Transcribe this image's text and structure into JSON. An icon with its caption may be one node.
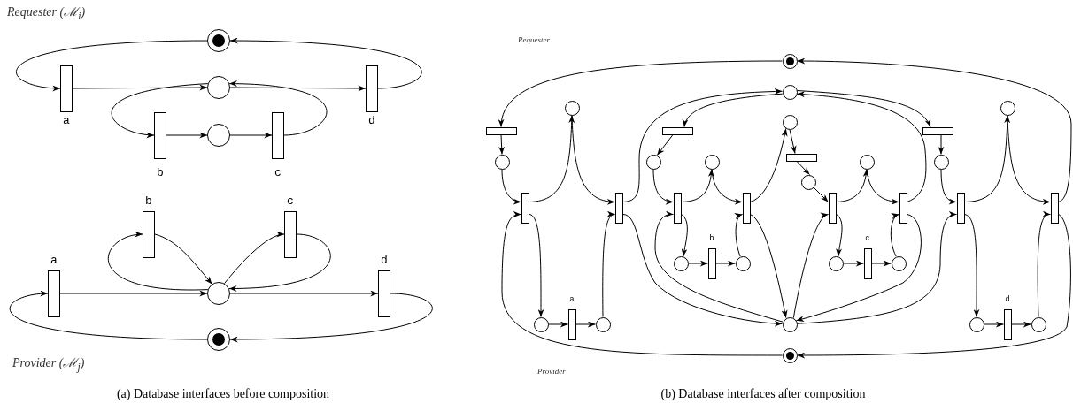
{
  "diagram": {
    "nodes": [
      {
        "text": [],
        "shape": "circle"
      },
      {
        "text": [
          "a"
        ]
      },
      {
        "text": [],
        "shape": "circle"
      },
      {
        "text": [
          "d"
        ]
      },
      {
        "text": [
          "b"
        ]
      },
      {
        "text": [],
        "shape": "circle"
      },
      {
        "text": [
          "c"
        ]
      },
      {
        "text": [
          "b"
        ]
      },
      {
        "text": [
          "c"
        ]
      },
      {
        "text": [
          "a"
        ]
      },
      {
        "text": [],
        "shape": "circle"
      },
      {
        "text": [
          "d"
        ]
      },
      {
        "text": [],
        "shape": "circle"
      },
      {
        "text": [],
        "shape": "circle"
      },
      {
        "text": [],
        "shape": "circle"
      },
      {
        "text": [],
        "shape": "circle"
      },
      {
        "text": [],
        "shape": "circle"
      },
      {
        "text": [],
        "shape": "circle"
      },
      {
        "text": [],
        "shape": "bar"
      },
      {
        "text": [],
        "shape": "bar"
      },
      {
        "text": [],
        "shape": "bar"
      },
      {
        "text": [],
        "shape": "bar"
      },
      {
        "text": [],
        "shape": "circle"
      },
      {
        "text": [],
        "shape": "circle"
      },
      {
        "text": [],
        "shape": "circle"
      },
      {
        "text": [],
        "shape": "circle"
      },
      {
        "text": [],
        "shape": "circle"
      },
      {
        "text": [],
        "shape": "circle"
      },
      {
        "text": [],
        "shape": "bar"
      },
      {
        "text": [],
        "shape": "bar"
      },
      {
        "text": [],
        "shape": "bar"
      },
      {
        "text": [],
        "shape": "bar"
      },
      {
        "text": [],
        "shape": "bar"
      },
      {
        "text": [],
        "shape": "bar"
      },
      {
        "text": [],
        "shape": "bar"
      },
      {
        "text": [],
        "shape": "bar"
      },
      {
        "text": [],
        "shape": "circle"
      },
      {
        "text": [
          "b"
        ]
      },
      {
        "text": [],
        "shape": "circle"
      },
      {
        "text": [],
        "shape": "circle"
      },
      {
        "text": [
          "c"
        ]
      },
      {
        "text": [],
        "shape": "circle"
      },
      {
        "text": [],
        "shape": "circle"
      },
      {
        "text": [
          "a"
        ]
      },
      {
        "text": [],
        "shape": "circle"
      },
      {
        "text": [],
        "shape": "circle"
      },
      {
        "text": [],
        "shape": "circle"
      },
      {
        "text": [
          "d"
        ]
      },
      {
        "text": [],
        "shape": "circle"
      },
      {
        "text": [],
        "shape": "circle"
      }
    ],
    "edges": [
      {
        "from": 0,
        "to": 1,
        "arrow": "to"
      },
      {
        "from": 1,
        "to": 2,
        "arrow": "to"
      },
      {
        "from": 2,
        "to": 3,
        "arrow": "to"
      },
      {
        "from": 3,
        "to": 0,
        "arrow": "to"
      },
      {
        "from": 2,
        "to": 4,
        "arrow": "to"
      },
      {
        "from": 4,
        "to": 5,
        "arrow": "to"
      },
      {
        "from": 5,
        "to": 6,
        "arrow": "to"
      },
      {
        "from": 6,
        "to": 2,
        "arrow": "to"
      },
      {
        "from": 9,
        "to": 10,
        "arrow": "to"
      },
      {
        "from": 10,
        "to": 11,
        "arrow": "to"
      },
      {
        "from": 11,
        "to": 12,
        "arrow": "to"
      },
      {
        "from": 12,
        "to": 9,
        "arrow": "to"
      },
      {
        "from": 10,
        "to": 7,
        "arrow": "to"
      },
      {
        "from": 7,
        "to": 10,
        "arrow": "to"
      },
      {
        "from": 10,
        "to": 8,
        "arrow": "to"
      },
      {
        "from": 8,
        "to": 10,
        "arrow": "to"
      },
      {
        "from": 13,
        "to": 18,
        "arrow": "to"
      },
      {
        "from": 18,
        "to": 22,
        "arrow": "to"
      },
      {
        "from": 22,
        "to": 28,
        "arrow": "to"
      },
      {
        "from": 28,
        "to": 15,
        "arrow": "to"
      },
      {
        "from": 15,
        "to": 29,
        "arrow": "to"
      },
      {
        "from": 29,
        "to": 14,
        "arrow": "to"
      },
      {
        "from": 14,
        "to": 19,
        "arrow": "to"
      },
      {
        "from": 19,
        "to": 23,
        "arrow": "to"
      },
      {
        "from": 23,
        "to": 30,
        "arrow": "to"
      },
      {
        "from": 30,
        "to": 24,
        "arrow": "to"
      },
      {
        "from": 24,
        "to": 31,
        "arrow": "to"
      },
      {
        "from": 31,
        "to": 17,
        "arrow": "to"
      },
      {
        "from": 17,
        "to": 21,
        "arrow": "to"
      },
      {
        "from": 21,
        "to": 27,
        "arrow": "to"
      },
      {
        "from": 27,
        "to": 32,
        "arrow": "to"
      },
      {
        "from": 32,
        "to": 25,
        "arrow": "to"
      },
      {
        "from": 25,
        "to": 33,
        "arrow": "to"
      },
      {
        "from": 33,
        "to": 14,
        "arrow": "to"
      },
      {
        "from": 14,
        "to": 20,
        "arrow": "to"
      },
      {
        "from": 20,
        "to": 26,
        "arrow": "to"
      },
      {
        "from": 26,
        "to": 34,
        "arrow": "to"
      },
      {
        "from": 34,
        "to": 16,
        "arrow": "to"
      },
      {
        "from": 16,
        "to": 35,
        "arrow": "to"
      },
      {
        "from": 35,
        "to": 13,
        "arrow": "to"
      },
      {
        "from": 49,
        "to": 28,
        "arrow": "to"
      },
      {
        "from": 28,
        "to": 42,
        "arrow": "to"
      },
      {
        "from": 42,
        "to": 43,
        "arrow": "to"
      },
      {
        "from": 43,
        "to": 44,
        "arrow": "to"
      },
      {
        "from": 44,
        "to": 29,
        "arrow": "to"
      },
      {
        "from": 29,
        "to": 45,
        "arrow": "to"
      },
      {
        "from": 45,
        "to": 30,
        "arrow": "to"
      },
      {
        "from": 30,
        "to": 36,
        "arrow": "to"
      },
      {
        "from": 36,
        "to": 37,
        "arrow": "to"
      },
      {
        "from": 37,
        "to": 38,
        "arrow": "to"
      },
      {
        "from": 38,
        "to": 31,
        "arrow": "to"
      },
      {
        "from": 31,
        "to": 45,
        "arrow": "to"
      },
      {
        "from": 45,
        "to": 32,
        "arrow": "to"
      },
      {
        "from": 32,
        "to": 39,
        "arrow": "to"
      },
      {
        "from": 39,
        "to": 40,
        "arrow": "to"
      },
      {
        "from": 40,
        "to": 41,
        "arrow": "to"
      },
      {
        "from": 41,
        "to": 33,
        "arrow": "to"
      },
      {
        "from": 33,
        "to": 45,
        "arrow": "to"
      },
      {
        "from": 45,
        "to": 34,
        "arrow": "to"
      },
      {
        "from": 34,
        "to": 46,
        "arrow": "to"
      },
      {
        "from": 46,
        "to": 47,
        "arrow": "to"
      },
      {
        "from": 47,
        "to": 48,
        "arrow": "to"
      },
      {
        "from": 48,
        "to": 35,
        "arrow": "to"
      },
      {
        "from": 35,
        "to": 49,
        "arrow": "to"
      }
    ],
    "labels": [
      "Requester (ℳ$_{i}$)",
      "Requester",
      "Provider (ℳ$_{j}$)",
      "Provider",
      "(a)  Database interfaces before composition",
      "(b)  Database interfaces after composition"
    ]
  }
}
